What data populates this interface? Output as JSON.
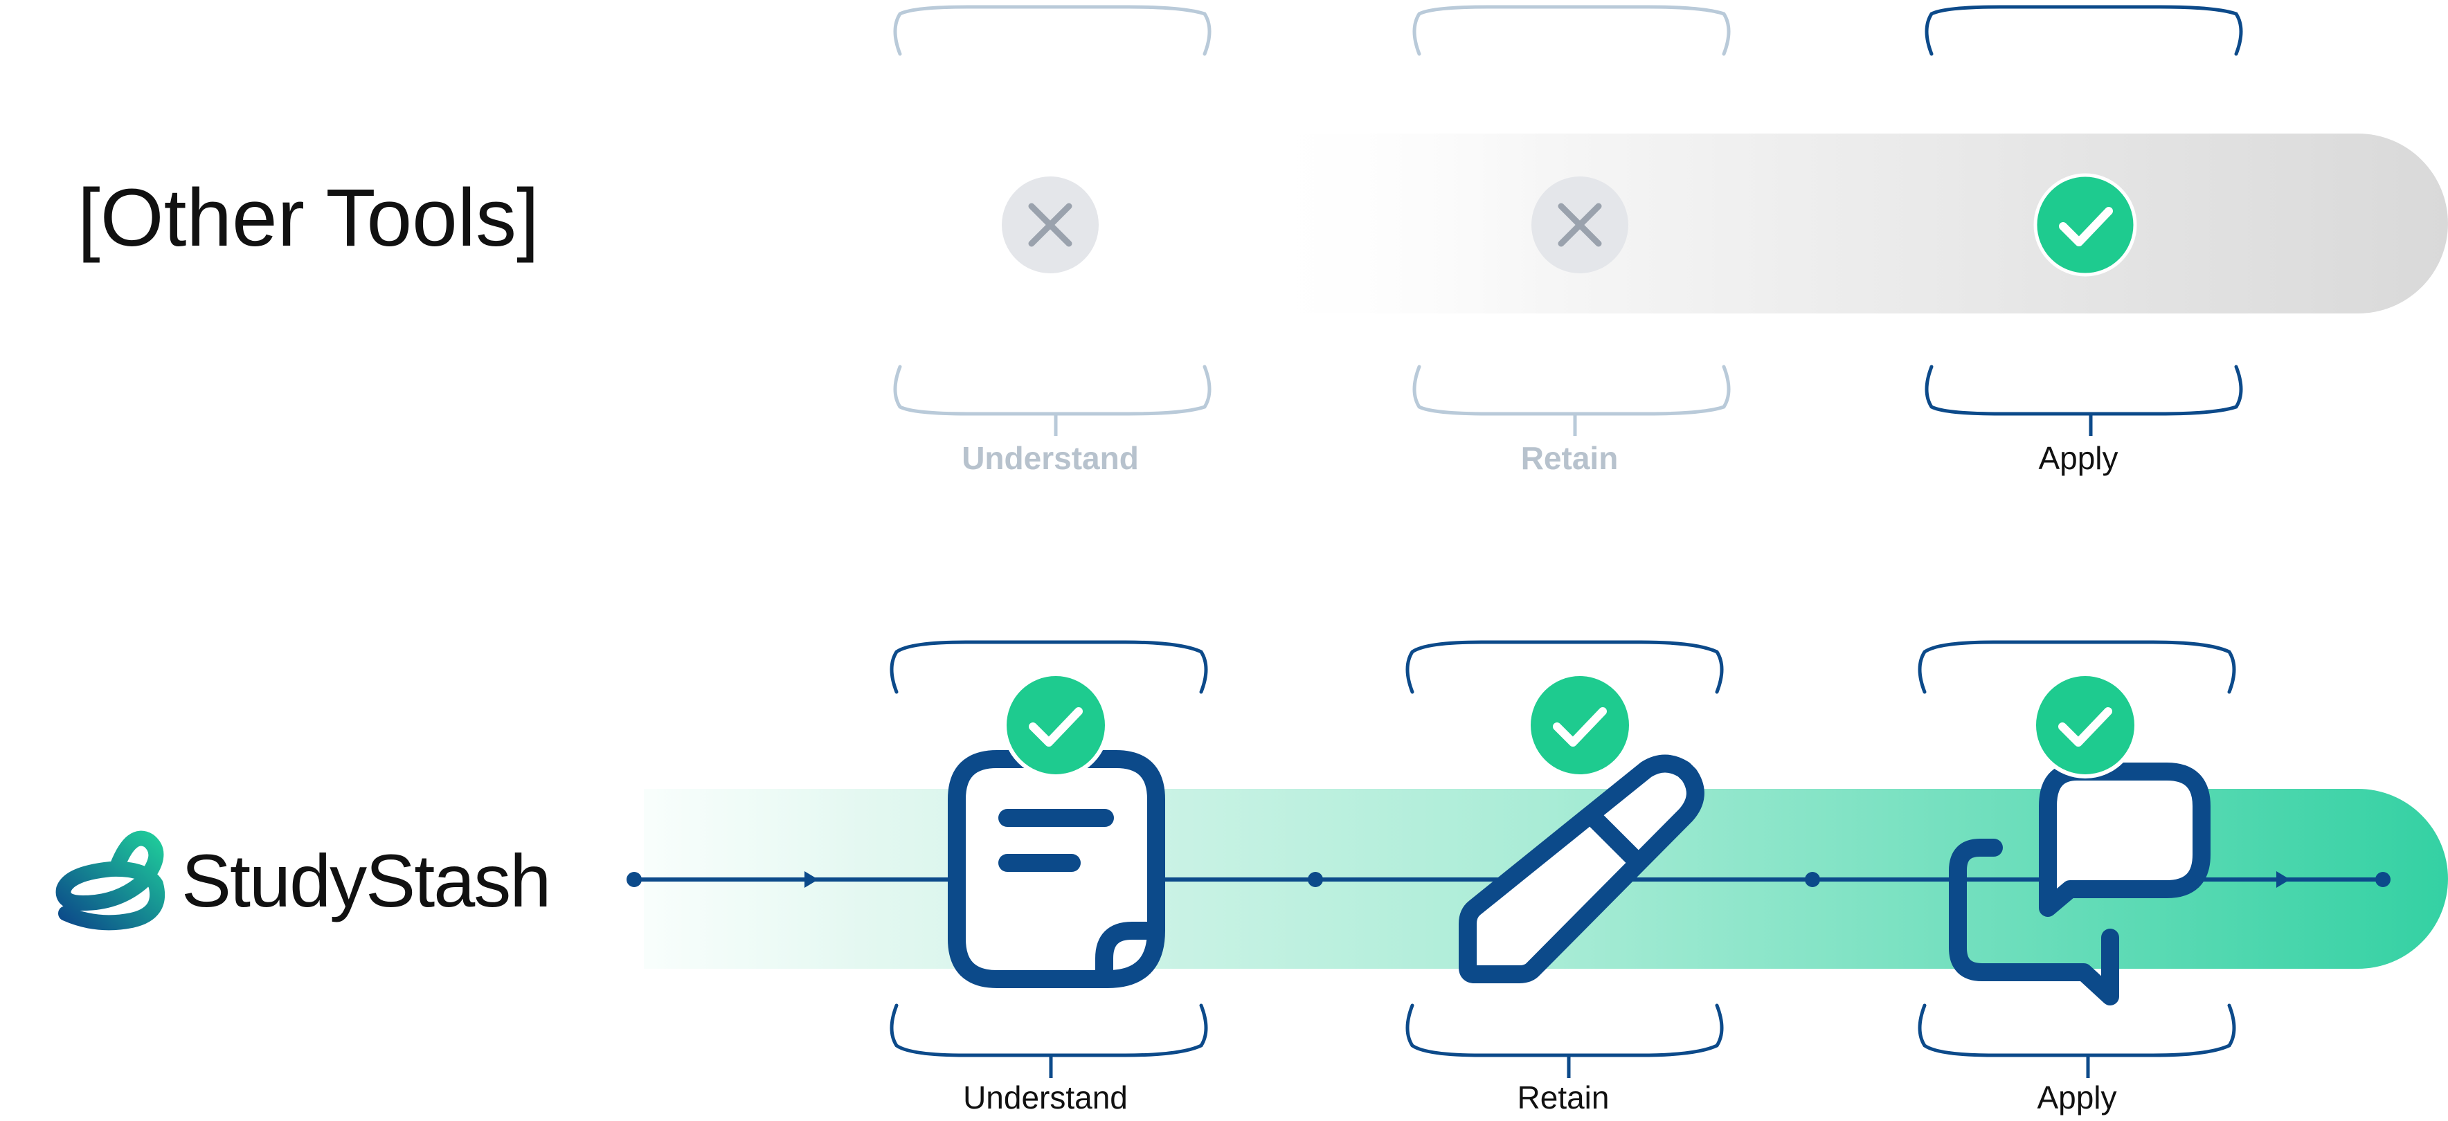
{
  "other_tools": {
    "label": "[Other Tools]",
    "steps": [
      {
        "label": "Understand",
        "status": "cross",
        "active": false
      },
      {
        "label": "Retain",
        "status": "cross",
        "active": false
      },
      {
        "label": "Apply",
        "status": "check",
        "active": true
      }
    ]
  },
  "studystash": {
    "brand_name": "StudyStash",
    "steps": [
      {
        "label": "Understand",
        "status": "check",
        "icon": "notes-icon"
      },
      {
        "label": "Retain",
        "status": "check",
        "icon": "pencil-icon"
      },
      {
        "label": "Apply",
        "status": "check",
        "icon": "chat-bubbles-icon"
      }
    ]
  },
  "colors": {
    "navy": "#0c4a8a",
    "check_green": "#1ecb8f",
    "teal_band": "#3ad3a6",
    "bracket_faded": "#b9cad9",
    "label_faded": "#b7c2cd",
    "cross_bg": "#e4e6ea",
    "cross_mark": "#9aa2ad",
    "gray_band": "#dcdcdc",
    "text_dark": "#111111"
  }
}
